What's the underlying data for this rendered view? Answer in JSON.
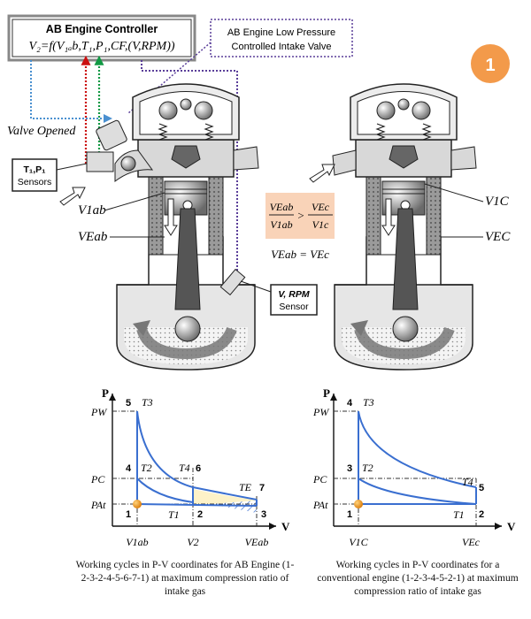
{
  "controller": {
    "title": "AB Engine Controller",
    "formula": "V₂=f(V₁ₐb,T₁,P₁,CF,(V,RPM))"
  },
  "valve_label": {
    "line1": "AB Engine Low Pressure",
    "line2": "Controlled Intake Valve"
  },
  "valve_opened": "Valve Opened",
  "tp_sensor": {
    "line1": "T₁,P₁",
    "line2": "Sensors"
  },
  "rpm_sensor": {
    "line1": "V, RPM",
    "line2": "Sensor"
  },
  "badge": "1",
  "left_engine": {
    "v1_label": "V1ab",
    "ve_label": "VEab"
  },
  "right_engine": {
    "v1_label": "V1C",
    "ve_label": "VEC"
  },
  "ratio_box": {
    "num_left": "VEab",
    "den_left": "V1ab",
    "num_right": "VEc",
    "den_right": "V1c",
    "gt": ">",
    "equality": "VEab = VEc"
  },
  "colors": {
    "controller_arrow_red": "#cc1111",
    "controller_arrow_green": "#119944",
    "dotted_blue": "#4a90d0",
    "dotted_purple": "#5a3e99",
    "badge_orange": "#f39a4a",
    "ratio_box": "#f9d3b8",
    "curve_blue": "#3a6fd0",
    "point_orange": "#e8971e"
  },
  "chart_data": [
    {
      "type": "line",
      "title": "",
      "xlabel": "V",
      "ylabel": "P",
      "x_ticks": [
        "V1ab",
        "V2",
        "VEab"
      ],
      "y_ticks": [
        "PW",
        "PC",
        "PAt"
      ],
      "point_labels": [
        "1",
        "2",
        "3",
        "4",
        "5",
        "6",
        "7"
      ],
      "state_labels": [
        "T3",
        "T2",
        "T4",
        "TE",
        "T1"
      ],
      "caption": "Working cycles in P-V coordinates for AB Engine (1-2-3-2-4-5-6-7-1) at maximum compression ratio of intake gas"
    },
    {
      "type": "line",
      "title": "",
      "xlabel": "V",
      "ylabel": "P",
      "x_ticks": [
        "V1C",
        "VEc"
      ],
      "y_ticks": [
        "PW",
        "PC",
        "PAt"
      ],
      "point_labels": [
        "1",
        "2",
        "3",
        "4",
        "5"
      ],
      "state_labels": [
        "T3",
        "T2",
        "T4",
        "T1"
      ],
      "caption": "Working cycles in P-V coordinates for a conventional engine (1-2-3-4-5-2-1) at maximum compression ratio of intake gas"
    }
  ]
}
